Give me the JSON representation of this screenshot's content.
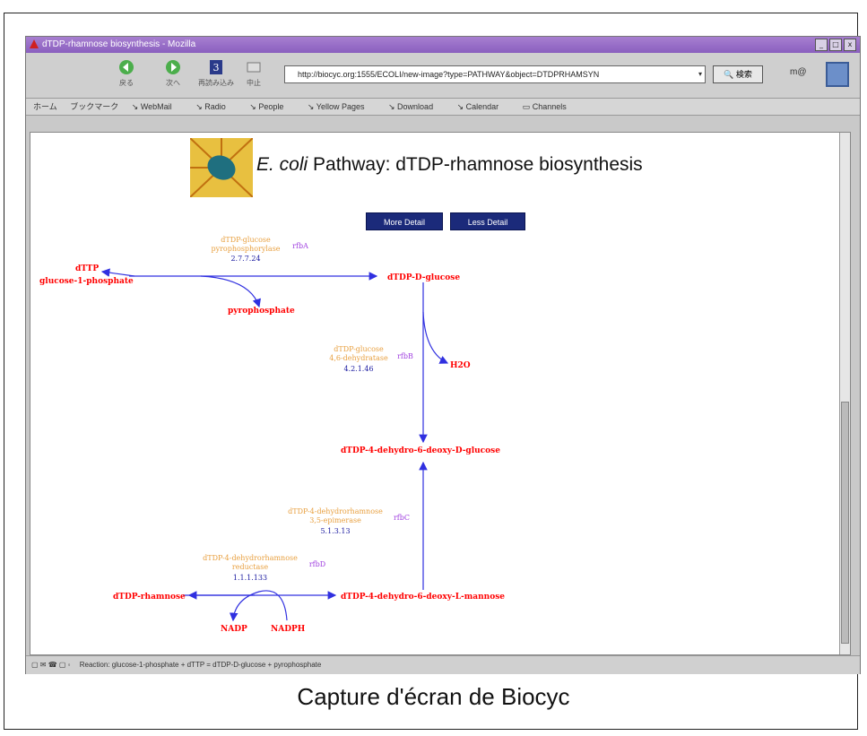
{
  "window": {
    "title": "dTDP-rhamnose biosynthesis - Mozilla",
    "controls": [
      "_",
      "□",
      "x"
    ]
  },
  "navbar": {
    "buttons": [
      {
        "label": "戻る",
        "icon": "back-arrow-icon"
      },
      {
        "label": "次へ",
        "icon": "forward-arrow-icon"
      },
      {
        "label": "再読み込み",
        "icon": "reload-icon"
      },
      {
        "label": "中止",
        "icon": "stop-icon"
      }
    ],
    "url": "http://biocyc.org:1555/ECOLI/new-image?type=PATHWAY&object=DTDPRHAMSYN",
    "search_label": "検索"
  },
  "bookmarks": {
    "items": [
      "ホーム",
      "ブックマーク",
      "WebMail",
      "Radio",
      "People",
      "Yellow Pages",
      "Download",
      "Calendar",
      "Channels"
    ]
  },
  "page": {
    "title_species": "E. coli",
    "title_rest": " Pathway: dTDP-rhamnose biosynthesis",
    "more_detail": "More Detail",
    "less_detail": "Less Detail"
  },
  "pathway": {
    "metabolites": {
      "dttp": "dTTP",
      "g1p": "glucose-1-phosphate",
      "pyrophosphate": "pyrophosphate",
      "dtdp_glucose": "dTDP-D-glucose",
      "h2o": "H2O",
      "dehydro_glucose": "dTDP-4-dehydro-6-deoxy-D-glucose",
      "dehydro_mannose": "dTDP-4-dehydro-6-deoxy-L-mannose",
      "rhamnose": "dTDP-rhamnose",
      "nadp": "NADP",
      "nadph": "NADPH"
    },
    "enzymes": [
      {
        "name_line1": "dTDP-glucose",
        "name_line2": "pyrophosphorylase",
        "ec": "2.7.7.24",
        "gene": "rfbA"
      },
      {
        "name_line1": "dTDP-glucose",
        "name_line2": "4,6-dehydratase",
        "ec": "4.2.1.46",
        "gene": "rfbB"
      },
      {
        "name_line1": "dTDP-4-dehydrorhamnose",
        "name_line2": "3,5-epimerase",
        "ec": "5.1.3.13",
        "gene": "rfbC"
      },
      {
        "name_line1": "dTDP-4-dehydrorhamnose",
        "name_line2": "reductase",
        "ec": "1.1.1.133",
        "gene": "rfbD"
      }
    ]
  },
  "statusbar": {
    "text": "Reaction: glucose-1-phosphate + dTTP = dTDP-D-glucose + pyrophosphate"
  },
  "caption": "Capture d'écran de Biocyc",
  "colors": {
    "metabolite": "#ff0000",
    "enzyme": "#e8a040",
    "gene": "#a040e0",
    "ec": "#1a1aa0",
    "arrow": "#3030e0",
    "titlebar": "#9a6fc8",
    "detail_button": "#1b2a7a"
  }
}
